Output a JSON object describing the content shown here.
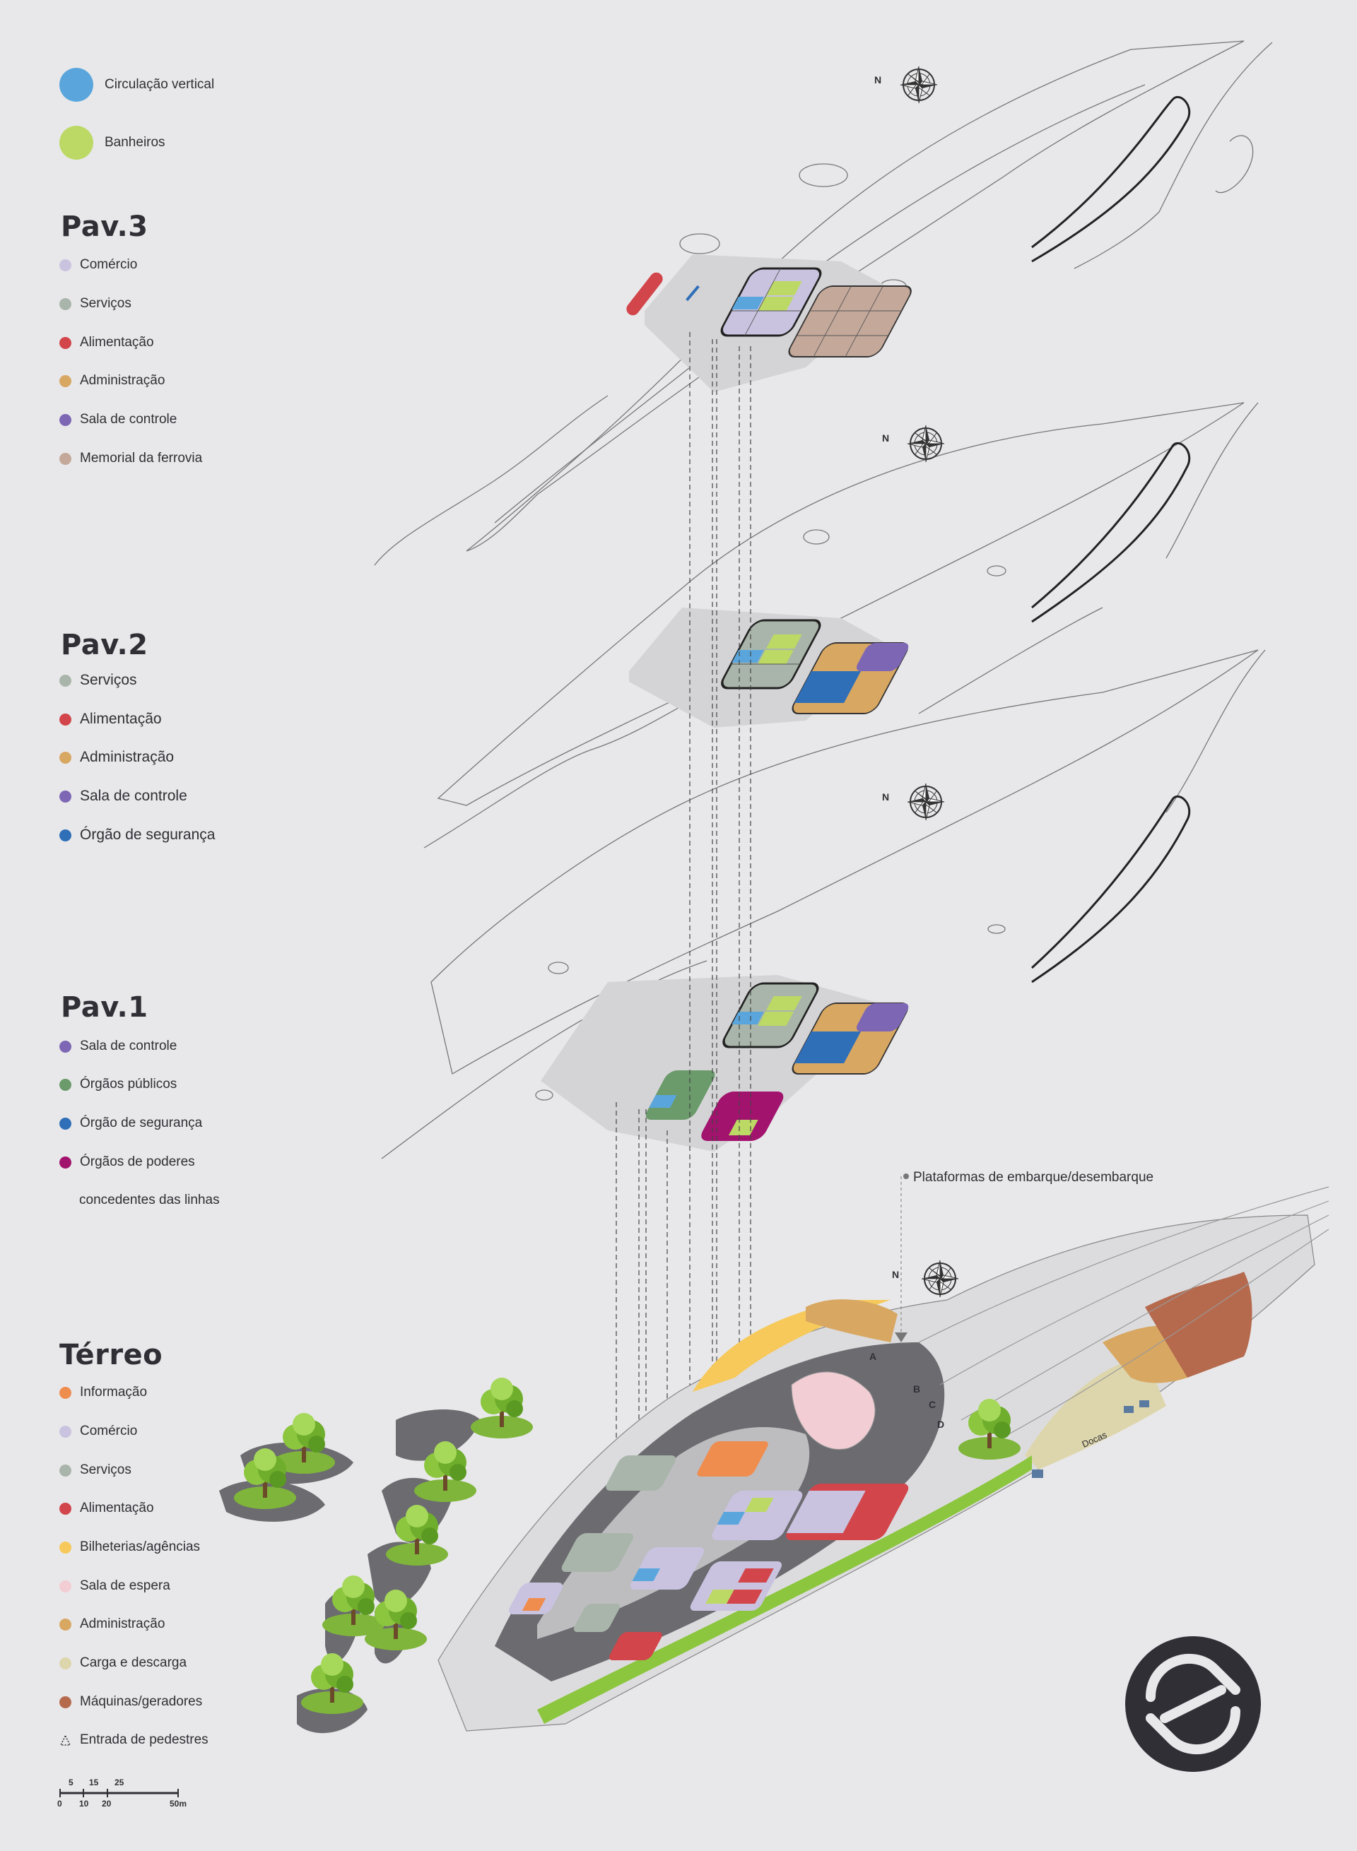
{
  "legend_top": [
    {
      "label": "Circulação vertical",
      "color": "#5aa6dc"
    },
    {
      "label": "Banheiros",
      "color": "#bcd965"
    }
  ],
  "pav3": {
    "title": "Pav.3",
    "items": [
      {
        "label": "Comércio",
        "color": "#c9c3e0"
      },
      {
        "label": "Serviços",
        "color": "#a9b5aa"
      },
      {
        "label": "Alimentação",
        "color": "#d2454a"
      },
      {
        "label": "Administração",
        "color": "#d8a762"
      },
      {
        "label": "Sala de controle",
        "color": "#7d67b5"
      },
      {
        "label": "Memorial da ferrovia",
        "color": "#c4a89a"
      }
    ]
  },
  "pav2": {
    "title": "Pav.2",
    "items": [
      {
        "label": "Serviços",
        "color": "#a9b5aa"
      },
      {
        "label": "Alimentação",
        "color": "#d2454a"
      },
      {
        "label": "Administração",
        "color": "#d8a762"
      },
      {
        "label": "Sala de controle",
        "color": "#7d67b5"
      },
      {
        "label": "Órgão de segurança",
        "color": "#2f6fb8"
      }
    ]
  },
  "pav1": {
    "title": "Pav.1",
    "items": [
      {
        "label": "Sala de controle",
        "color": "#7d67b5"
      },
      {
        "label": "Órgãos públicos",
        "color": "#6b9a6b"
      },
      {
        "label": "Órgão de segurança",
        "color": "#2f6fb8"
      },
      {
        "label": "Órgãos de poderes",
        "color": "#a2136e"
      }
    ],
    "continuation": "concedentes das linhas"
  },
  "terreo": {
    "title": "Térreo",
    "items": [
      {
        "label": "Informação",
        "color": "#ef8d4f"
      },
      {
        "label": "Comércio",
        "color": "#c9c3e0"
      },
      {
        "label": "Serviços",
        "color": "#a9b5aa"
      },
      {
        "label": "Alimentação",
        "color": "#d2454a"
      },
      {
        "label": "Bilheterias/agências",
        "color": "#f6c95a"
      },
      {
        "label": "Sala de espera",
        "color": "#f2cdd3"
      },
      {
        "label": "Administração",
        "color": "#d8a762"
      },
      {
        "label": "Carga e descarga",
        "color": "#ddd6ad"
      },
      {
        "label": "Máquinas/geradores",
        "color": "#b56a4e"
      }
    ],
    "pedestrian": "Entrada de pedestres"
  },
  "annotations": {
    "platforms": "Plataformas de embarque/desembarque",
    "docks": "Docas",
    "north": "N",
    "platform_letters": [
      "A",
      "B",
      "C",
      "D"
    ]
  },
  "scale_bar": {
    "top_labels": [
      "5",
      "15",
      "25"
    ],
    "bottom_labels": [
      "0",
      "10",
      "20",
      "50m"
    ]
  },
  "icons": {
    "compass": "compass-rose-icon",
    "logo": "brand-logo-icon",
    "tree": "tree-icon",
    "vehicle": "vehicle-icon"
  }
}
